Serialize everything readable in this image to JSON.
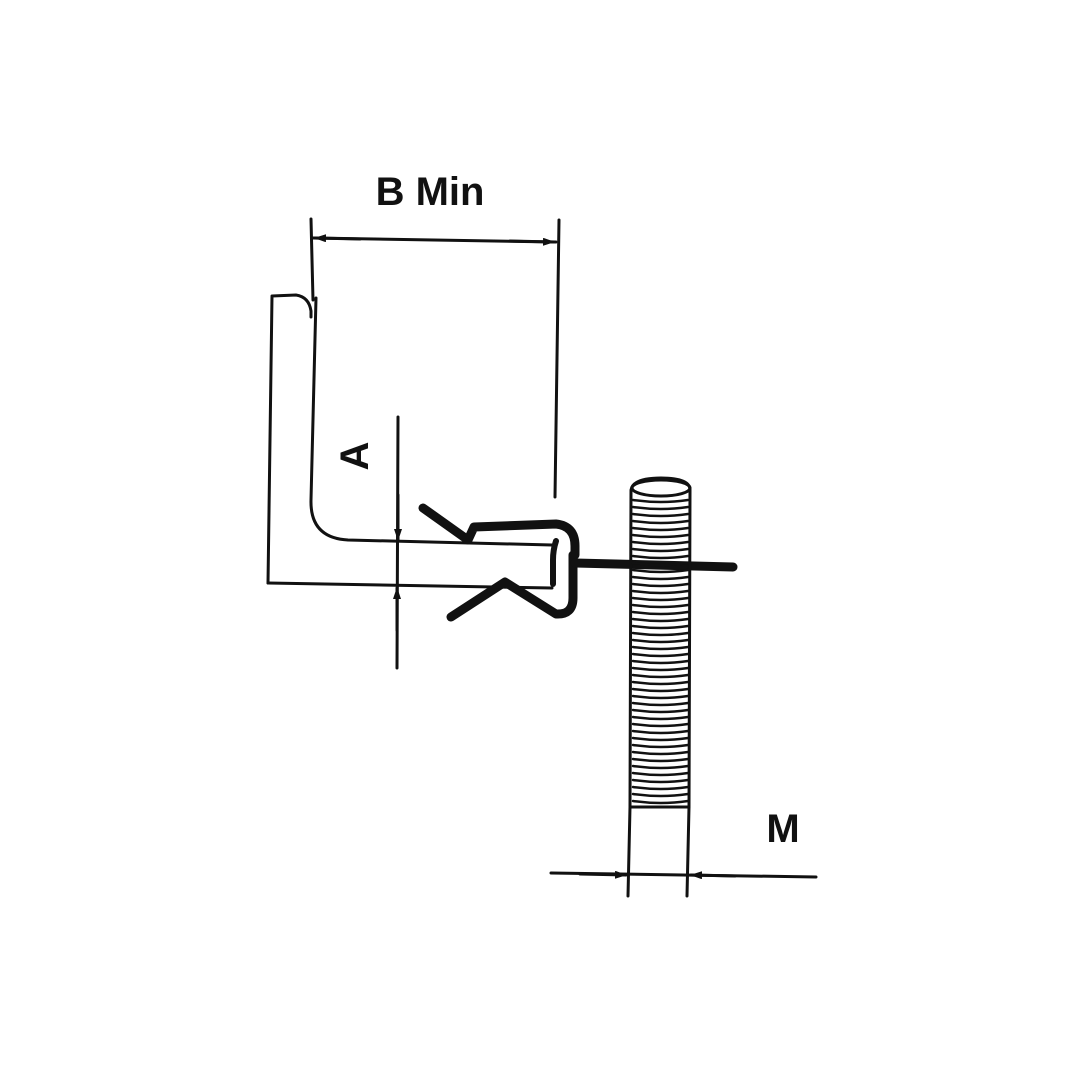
{
  "diagram": {
    "labels": {
      "b_min": "B Min",
      "a": "A",
      "m": "M"
    },
    "colors": {
      "ink": "#111111",
      "background": "#ffffff"
    }
  }
}
